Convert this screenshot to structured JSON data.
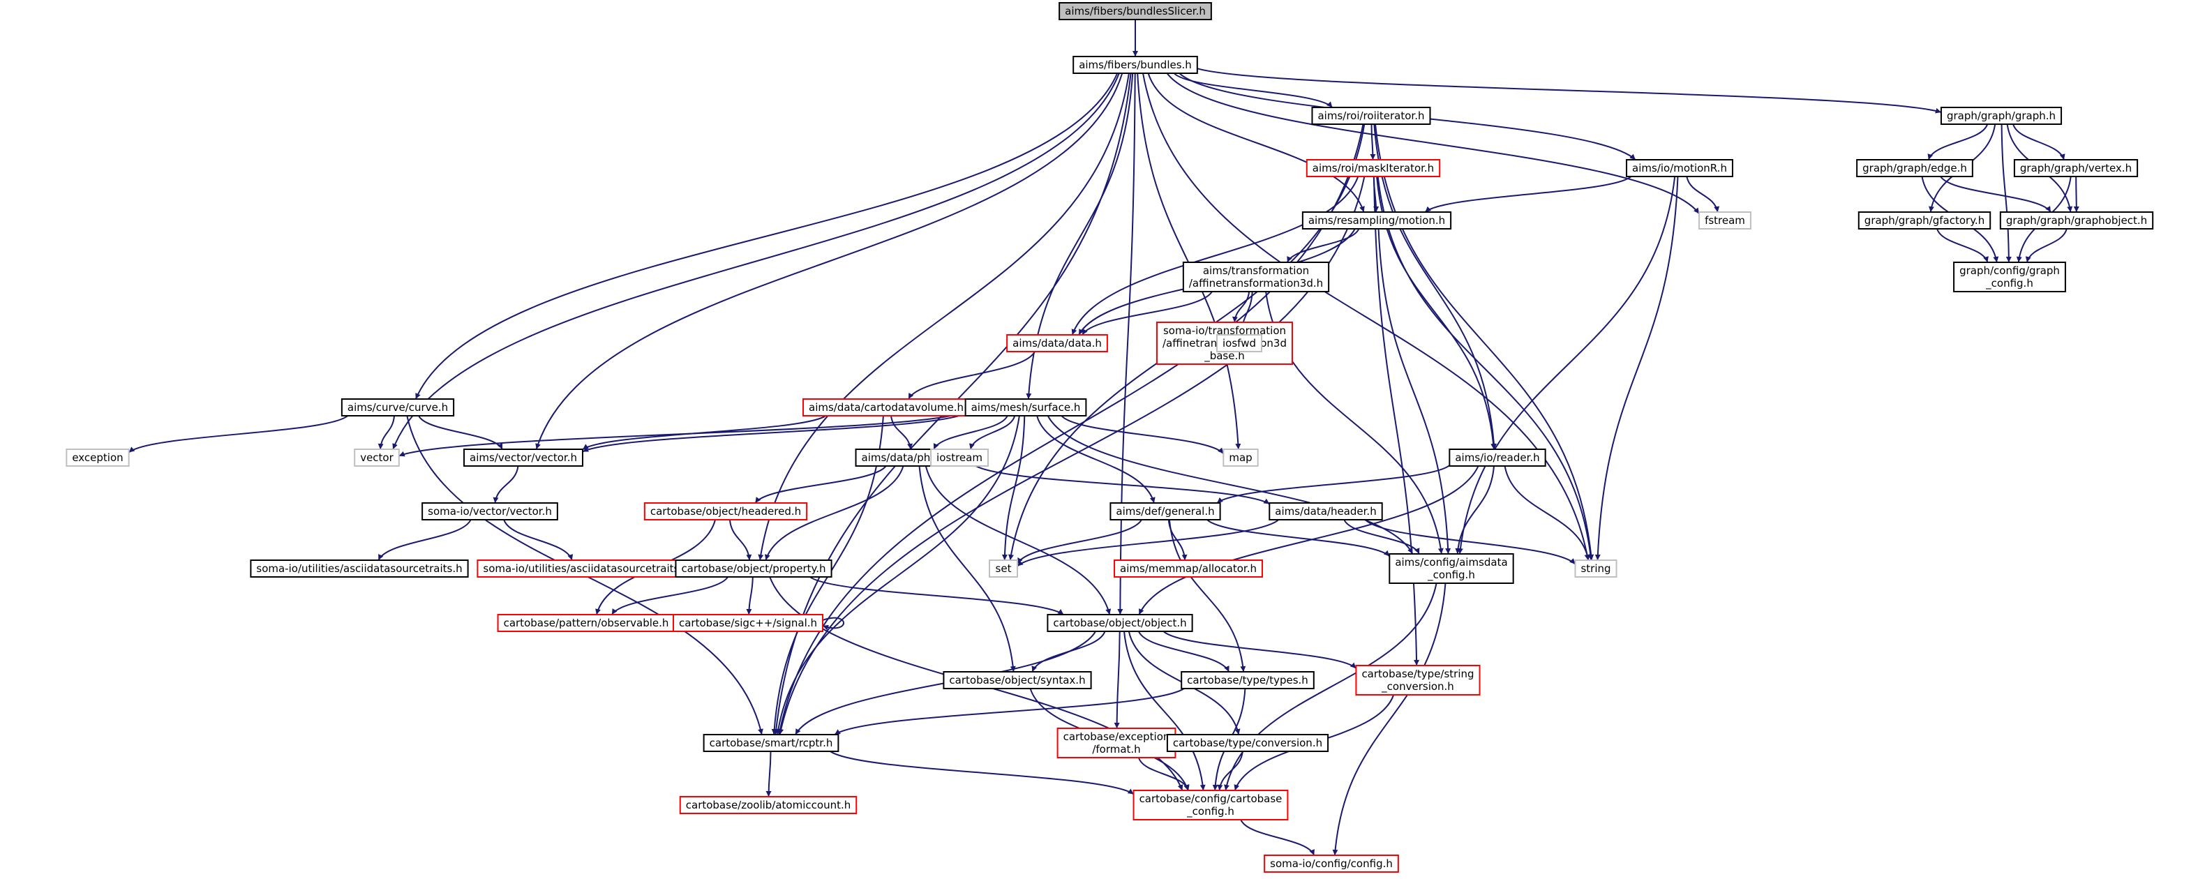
{
  "colors": {
    "edge": "#191970",
    "node_border": "#000000",
    "focus_fill": "#bfbfbf",
    "header_border_red": "#ff0000",
    "system_border": "#bfbfbf",
    "text": "#000000"
  },
  "nodes": [
    {
      "id": "bundlesslicer",
      "lines": [
        "aims/fibers/bundlesSlicer.h"
      ],
      "style": "focus"
    },
    {
      "id": "bundles",
      "lines": [
        "aims/fibers/bundles.h"
      ],
      "style": "normal"
    },
    {
      "id": "roiiterator",
      "lines": [
        "aims/roi/roiiterator.h"
      ],
      "style": "normal"
    },
    {
      "id": "motionR",
      "lines": [
        "aims/io/motionR.h"
      ],
      "style": "normal"
    },
    {
      "id": "graph",
      "lines": [
        "graph/graph/graph.h"
      ],
      "style": "normal"
    },
    {
      "id": "maskiterator",
      "lines": [
        "aims/roi/maskIterator.h"
      ],
      "style": "red"
    },
    {
      "id": "fstream",
      "lines": [
        "fstream"
      ],
      "style": "system"
    },
    {
      "id": "edge",
      "lines": [
        "graph/graph/edge.h"
      ],
      "style": "normal"
    },
    {
      "id": "vertex",
      "lines": [
        "graph/graph/vertex.h"
      ],
      "style": "normal"
    },
    {
      "id": "motion",
      "lines": [
        "aims/resampling/motion.h"
      ],
      "style": "normal"
    },
    {
      "id": "gfactory",
      "lines": [
        "graph/graph/gfactory.h"
      ],
      "style": "normal"
    },
    {
      "id": "graphobject",
      "lines": [
        "graph/graph/graphobject.h"
      ],
      "style": "normal"
    },
    {
      "id": "affine",
      "lines": [
        "aims/transformation",
        "/affinetransformation3d.h"
      ],
      "style": "normal"
    },
    {
      "id": "graphconfig",
      "lines": [
        "graph/config/graph",
        "_config.h"
      ],
      "style": "normal"
    },
    {
      "id": "data",
      "lines": [
        "aims/data/data.h"
      ],
      "style": "red"
    },
    {
      "id": "somaaffine",
      "lines": [
        "soma-io/transformation",
        "/affinetransformation3d",
        "_base.h"
      ],
      "style": "red"
    },
    {
      "id": "iosfwd",
      "lines": [
        "iosfwd"
      ],
      "style": "system"
    },
    {
      "id": "curve",
      "lines": [
        "aims/curve/curve.h"
      ],
      "style": "normal"
    },
    {
      "id": "cartodatavolume",
      "lines": [
        "aims/data/cartodatavolume.h"
      ],
      "style": "red"
    },
    {
      "id": "surface",
      "lines": [
        "aims/mesh/surface.h"
      ],
      "style": "normal"
    },
    {
      "id": "exception",
      "lines": [
        "exception"
      ],
      "style": "system"
    },
    {
      "id": "vector",
      "lines": [
        "vector"
      ],
      "style": "system"
    },
    {
      "id": "aimsvector",
      "lines": [
        "aims/vector/vector.h"
      ],
      "style": "normal"
    },
    {
      "id": "pheader",
      "lines": [
        "aims/data/pheader.h"
      ],
      "style": "normal"
    },
    {
      "id": "iostream",
      "lines": [
        "iostream"
      ],
      "style": "system"
    },
    {
      "id": "map",
      "lines": [
        "map"
      ],
      "style": "system"
    },
    {
      "id": "reader",
      "lines": [
        "aims/io/reader.h"
      ],
      "style": "normal"
    },
    {
      "id": "somavector",
      "lines": [
        "soma-io/vector/vector.h"
      ],
      "style": "normal"
    },
    {
      "id": "headered",
      "lines": [
        "cartobase/object/headered.h"
      ],
      "style": "red"
    },
    {
      "id": "general",
      "lines": [
        "aims/def/general.h"
      ],
      "style": "normal"
    },
    {
      "id": "header",
      "lines": [
        "aims/data/header.h"
      ],
      "style": "normal"
    },
    {
      "id": "asciids1",
      "lines": [
        "soma-io/utilities/asciidatasourcetraits.h"
      ],
      "style": "normal"
    },
    {
      "id": "asciids2",
      "lines": [
        "soma-io/utilities/asciidatasourcetraits.h"
      ],
      "style": "red"
    },
    {
      "id": "property",
      "lines": [
        "cartobase/object/property.h"
      ],
      "style": "normal"
    },
    {
      "id": "set",
      "lines": [
        "set"
      ],
      "style": "system"
    },
    {
      "id": "allocator",
      "lines": [
        "aims/memmap/allocator.h"
      ],
      "style": "red"
    },
    {
      "id": "aimsdataconfig",
      "lines": [
        "aims/config/aimsdata",
        "_config.h"
      ],
      "style": "normal"
    },
    {
      "id": "string",
      "lines": [
        "string"
      ],
      "style": "system"
    },
    {
      "id": "observable",
      "lines": [
        "cartobase/pattern/observable.h"
      ],
      "style": "red"
    },
    {
      "id": "signal",
      "lines": [
        "cartobase/sigc++/signal.h"
      ],
      "style": "red"
    },
    {
      "id": "object",
      "lines": [
        "cartobase/object/object.h"
      ],
      "style": "normal"
    },
    {
      "id": "syntax",
      "lines": [
        "cartobase/object/syntax.h"
      ],
      "style": "normal"
    },
    {
      "id": "types",
      "lines": [
        "cartobase/type/types.h"
      ],
      "style": "normal"
    },
    {
      "id": "stringconv",
      "lines": [
        "cartobase/type/string",
        "_conversion.h"
      ],
      "style": "red"
    },
    {
      "id": "excformat",
      "lines": [
        "cartobase/exception",
        "/format.h"
      ],
      "style": "red"
    },
    {
      "id": "conversion",
      "lines": [
        "cartobase/type/conversion.h"
      ],
      "style": "normal"
    },
    {
      "id": "rcptr",
      "lines": [
        "cartobase/smart/rcptr.h"
      ],
      "style": "normal"
    },
    {
      "id": "cbconfig",
      "lines": [
        "cartobase/config/cartobase",
        "_config.h"
      ],
      "style": "red"
    },
    {
      "id": "atomiccount",
      "lines": [
        "cartobase/zoolib/atomiccount.h"
      ],
      "style": "red"
    },
    {
      "id": "somaconfig",
      "lines": [
        "soma-io/config/config.h"
      ],
      "style": "red"
    }
  ],
  "edges": [
    [
      "bundlesslicer",
      "bundles"
    ],
    [
      "bundles",
      "roiiterator"
    ],
    [
      "bundles",
      "motionR"
    ],
    [
      "bundles",
      "graph"
    ],
    [
      "bundles",
      "fstream"
    ],
    [
      "bundles",
      "string"
    ],
    [
      "bundles",
      "motion"
    ],
    [
      "bundles",
      "curve"
    ],
    [
      "bundles",
      "vector"
    ],
    [
      "bundles",
      "aimsvector"
    ],
    [
      "bundles",
      "surface"
    ],
    [
      "bundles",
      "map"
    ],
    [
      "bundles",
      "property"
    ],
    [
      "bundles",
      "object"
    ],
    [
      "bundles",
      "rcptr"
    ],
    [
      "roiiterator",
      "maskiterator"
    ],
    [
      "roiiterator",
      "reader"
    ],
    [
      "roiiterator",
      "string"
    ],
    [
      "roiiterator",
      "set"
    ],
    [
      "roiiterator",
      "rcptr"
    ],
    [
      "maskiterator",
      "motion"
    ],
    [
      "maskiterator",
      "data"
    ],
    [
      "maskiterator",
      "reader"
    ],
    [
      "maskiterator",
      "string"
    ],
    [
      "maskiterator",
      "stringconv"
    ],
    [
      "maskiterator",
      "rcptr"
    ],
    [
      "motionR",
      "fstream"
    ],
    [
      "motionR",
      "motion"
    ],
    [
      "motionR",
      "aimsdataconfig"
    ],
    [
      "motionR",
      "string"
    ],
    [
      "graph",
      "gfactory"
    ],
    [
      "graph",
      "edge"
    ],
    [
      "graph",
      "vertex"
    ],
    [
      "graph",
      "graphobject"
    ],
    [
      "graph",
      "graphconfig"
    ],
    [
      "edge",
      "graphobject"
    ],
    [
      "edge",
      "graphconfig"
    ],
    [
      "vertex",
      "graphobject"
    ],
    [
      "vertex",
      "graphconfig"
    ],
    [
      "gfactory",
      "graphconfig"
    ],
    [
      "graphobject",
      "graphconfig"
    ],
    [
      "motion",
      "affine"
    ],
    [
      "motion",
      "data"
    ],
    [
      "motion",
      "aimsdataconfig"
    ],
    [
      "affine",
      "data"
    ],
    [
      "affine",
      "somaaffine"
    ],
    [
      "affine",
      "iosfwd"
    ],
    [
      "affine",
      "aimsdataconfig"
    ],
    [
      "data",
      "cartodatavolume"
    ],
    [
      "cartodatavolume",
      "aimsvector"
    ],
    [
      "cartodatavolume",
      "pheader"
    ],
    [
      "cartodatavolume",
      "rcptr"
    ],
    [
      "curve",
      "exception"
    ],
    [
      "curve",
      "vector"
    ],
    [
      "curve",
      "aimsvector"
    ],
    [
      "curve",
      "rcptr"
    ],
    [
      "surface",
      "vector"
    ],
    [
      "surface",
      "aimsvector"
    ],
    [
      "surface",
      "pheader"
    ],
    [
      "surface",
      "iostream"
    ],
    [
      "surface",
      "map"
    ],
    [
      "surface",
      "set"
    ],
    [
      "surface",
      "general"
    ],
    [
      "surface",
      "aimsdataconfig"
    ],
    [
      "surface",
      "rcptr"
    ],
    [
      "aimsvector",
      "somavector"
    ],
    [
      "somavector",
      "asciids1"
    ],
    [
      "somavector",
      "asciids2"
    ],
    [
      "pheader",
      "headered"
    ],
    [
      "pheader",
      "property"
    ],
    [
      "pheader",
      "header"
    ],
    [
      "pheader",
      "object"
    ],
    [
      "pheader",
      "syntax"
    ],
    [
      "headered",
      "property"
    ],
    [
      "headered",
      "observable"
    ],
    [
      "reader",
      "general"
    ],
    [
      "reader",
      "aimsdataconfig"
    ],
    [
      "reader",
      "string"
    ],
    [
      "reader",
      "object"
    ],
    [
      "general",
      "allocator"
    ],
    [
      "general",
      "set"
    ],
    [
      "general",
      "aimsdataconfig"
    ],
    [
      "general",
      "types"
    ],
    [
      "header",
      "set"
    ],
    [
      "header",
      "string"
    ],
    [
      "header",
      "aimsdataconfig"
    ],
    [
      "property",
      "observable"
    ],
    [
      "property",
      "signal"
    ],
    [
      "property",
      "object"
    ],
    [
      "property",
      "cbconfig"
    ],
    [
      "signal",
      "signal"
    ],
    [
      "aimsdataconfig",
      "cbconfig"
    ],
    [
      "aimsdataconfig",
      "somaconfig"
    ],
    [
      "object",
      "syntax"
    ],
    [
      "object",
      "types"
    ],
    [
      "object",
      "stringconv"
    ],
    [
      "object",
      "excformat"
    ],
    [
      "object",
      "conversion"
    ],
    [
      "object",
      "cbconfig"
    ],
    [
      "object",
      "rcptr"
    ],
    [
      "syntax",
      "cbconfig"
    ],
    [
      "types",
      "rcptr"
    ],
    [
      "types",
      "cbconfig"
    ],
    [
      "stringconv",
      "cbconfig"
    ],
    [
      "excformat",
      "cbconfig"
    ],
    [
      "conversion",
      "cbconfig"
    ],
    [
      "rcptr",
      "atomiccount"
    ],
    [
      "rcptr",
      "cbconfig"
    ],
    [
      "cbconfig",
      "somaconfig"
    ]
  ]
}
